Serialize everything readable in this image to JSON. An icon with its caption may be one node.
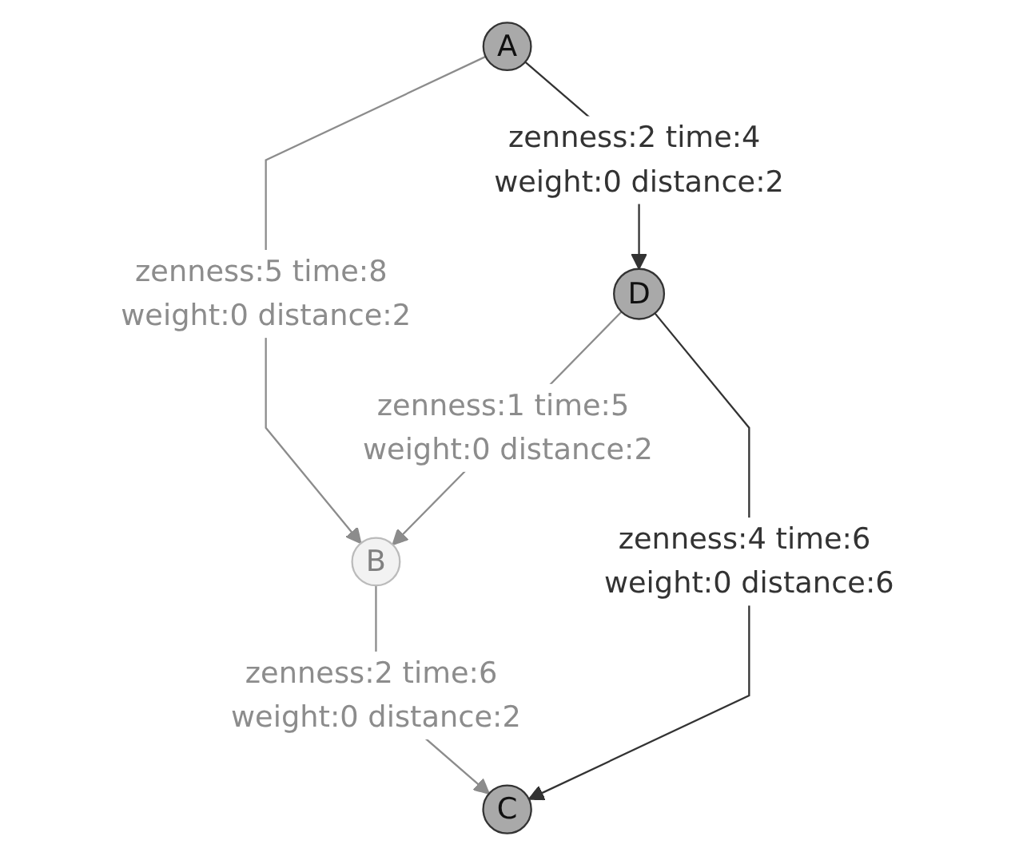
{
  "diagram": {
    "nodes": [
      {
        "text": [
          "C"
        ]
      },
      {
        "text": [
          "B"
        ]
      },
      {
        "text": [
          "D"
        ]
      },
      {
        "text": [
          "A"
        ]
      }
    ],
    "edges": [
      {
        "from": 1,
        "to": 0,
        "arrow": "to",
        "label": "zenness:2 time:6 weight:0 distance:2",
        "color": "#8c8c8c"
      },
      {
        "from": 2,
        "to": 1,
        "arrow": "to",
        "label": "zenness:1 time:5 weight:0 distance:2",
        "color": "#8c8c8c"
      },
      {
        "from": 3,
        "to": 1,
        "arrow": "to",
        "label": "zenness:5 time:8 weight:0 distance:2",
        "color": "#8c8c8c"
      },
      {
        "from": 2,
        "to": 0,
        "arrow": "to",
        "label": "zenness:4 time:6 weight:0 distance:6",
        "color": "#333333"
      },
      {
        "from": 3,
        "to": 2,
        "arrow": "to",
        "label": "zenness:2 time:4 weight:0 distance:2",
        "color": "#333333"
      }
    ]
  }
}
